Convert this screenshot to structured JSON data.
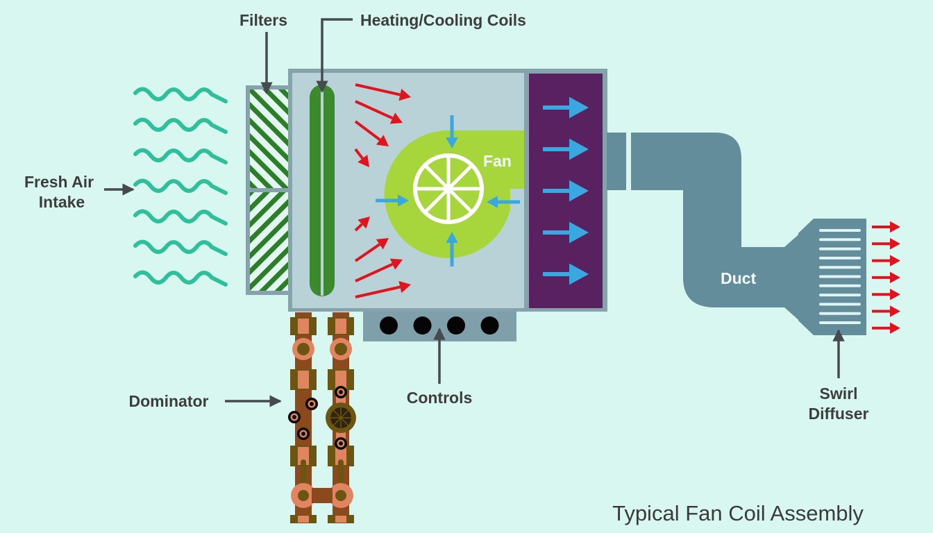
{
  "diagram": {
    "title": "Typical Fan Coil Assembly",
    "type": "fan-coil-schematic",
    "labels": {
      "filters": "Filters",
      "coils": "Heating/Cooling Coils",
      "fresh_air_line1": "Fresh Air",
      "fresh_air_line2": "Intake",
      "fan": "Fan",
      "duct": "Duct",
      "diffuser_line1": "Swirl",
      "diffuser_line2": "Diffuser",
      "controls": "Controls",
      "dominator": "Dominator"
    },
    "components": [
      {
        "id": "fresh-air-intake",
        "label": "Fresh Air Intake",
        "wave_count": 7
      },
      {
        "id": "filters",
        "label": "Filters",
        "panels": 2
      },
      {
        "id": "coils",
        "label": "Heating/Cooling Coils"
      },
      {
        "id": "fan",
        "label": "Fan",
        "spokes": 8
      },
      {
        "id": "outlet-panel",
        "arrow_count": 5
      },
      {
        "id": "duct",
        "label": "Duct"
      },
      {
        "id": "swirl-diffuser",
        "label": "Swirl Diffuser",
        "slats": 11,
        "outlet_arrows": 7
      },
      {
        "id": "controls",
        "label": "Controls",
        "knobs": 4
      },
      {
        "id": "dominator",
        "label": "Dominator",
        "pipes": 2
      }
    ],
    "colors": {
      "background": "#d9f7f1",
      "housing": "#b9d2d8",
      "housing_border": "#86a3ad",
      "wave": "#2fbf9a",
      "filter_stripe": "#2d7d2a",
      "coil": "#3b8a2e",
      "fan_body": "#a7d63c",
      "airflow_cool": "#3aa8e0",
      "airflow_warm": "#e0141e",
      "outlet_panel": "#5a2160",
      "duct": "#638d9a",
      "controls_box": "#7f9faa",
      "pipe": "#8a4a1d",
      "pipe_fitting": "#e08560",
      "fitting_dark": "#6b5510",
      "label_text": "#3d3d3d",
      "leader_line": "#444a4e"
    }
  }
}
